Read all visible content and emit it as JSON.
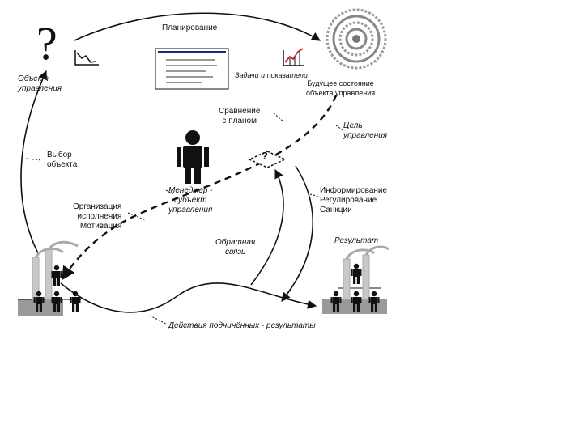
{
  "title": "Планирование",
  "labels": {
    "object": "Объект\nуправления",
    "tasks": "Задачи и показатели",
    "future_state": "Будущее состояние\nобъекта управления",
    "comparison": "Сравнение\nс планом",
    "goal": "Цель\nуправления",
    "choice": "Выбор\nобъекта",
    "manager": "Менеджер -\nсубъект\nуправления",
    "informing": "Информирование\nРегулирование\nСанкции",
    "organization": "Организация\nисполнения\nМотивация",
    "feedback": "Обратная\nсвязь",
    "result": "Результат",
    "actions": "Действия подчинённых - результаты"
  },
  "symbols": {
    "question_big": "?",
    "question_small": "?"
  },
  "icons": [
    "question-icon",
    "down-trend-chart-icon",
    "document-icon",
    "up-trend-chart-icon",
    "target-icon",
    "manager-person-icon",
    "factory-icon",
    "worker-icon",
    "decision-diamond-icon"
  ],
  "colors": {
    "ink": "#111111",
    "doc_header": "#1a2a8a",
    "trend_red": "#cc2222",
    "ground": "#9a9a9a"
  }
}
